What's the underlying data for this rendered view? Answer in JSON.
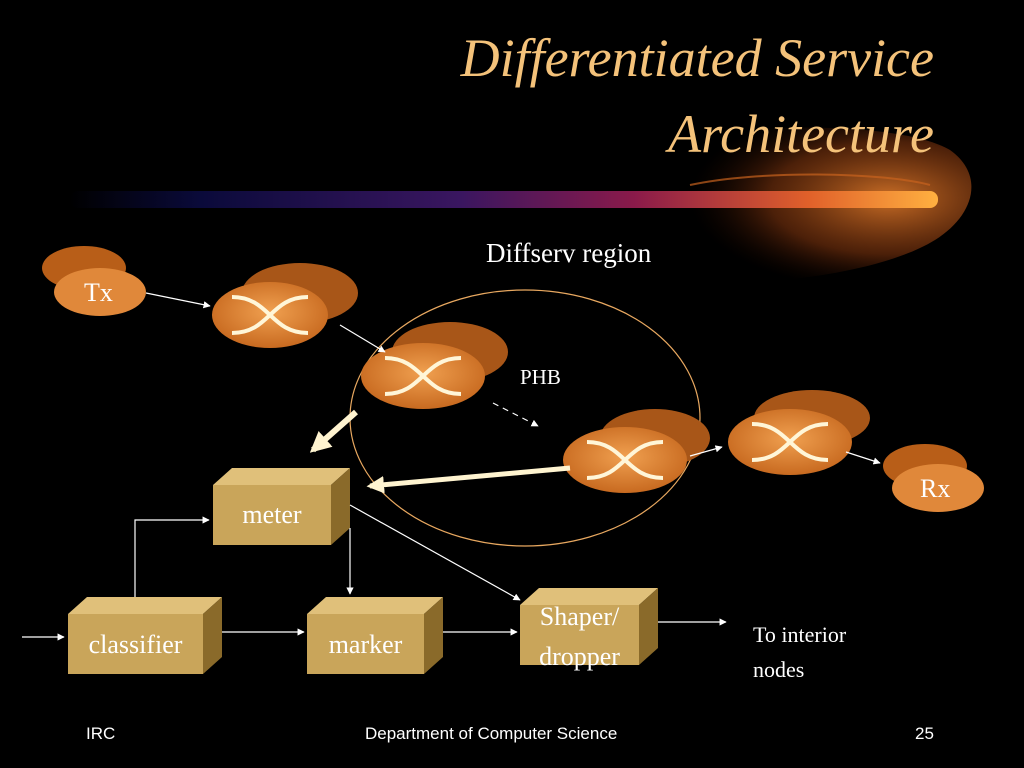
{
  "slide": {
    "title_line1": "Differentiated Service",
    "title_line2": "Architecture"
  },
  "diagram": {
    "region_label": "Diffserv region",
    "phb_label": "PHB",
    "tx_label": "Tx",
    "rx_label": "Rx",
    "meter_label": "meter",
    "classifier_label": "classifier",
    "marker_label": "marker",
    "shaper_line1": "Shaper/",
    "shaper_line2": "dropper",
    "output_line1": "To interior",
    "output_line2": "nodes"
  },
  "footer": {
    "left": "IRC",
    "center": "Department of Computer Science",
    "page_number": "25"
  },
  "colors": {
    "title": "#f4c27a",
    "router_orange": "#e0883a",
    "box_tan": "#c9a55a",
    "region_circle": "#e8a860"
  }
}
